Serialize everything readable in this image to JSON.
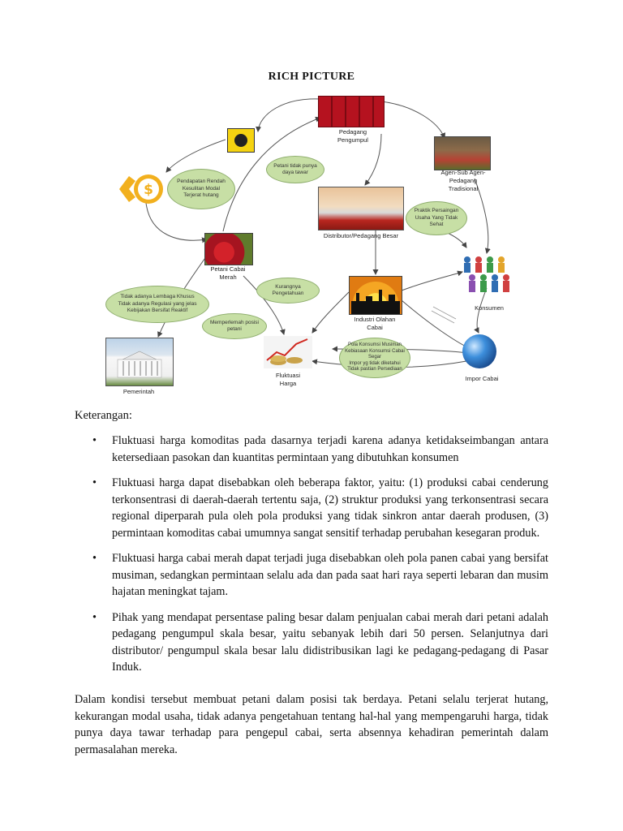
{
  "title": "RICH PICTURE",
  "nodes": {
    "pedagang": "Pedagang\nPengumpul",
    "agen": "Agen-Sub Agen-\nPedagang\nTradisional",
    "distributor": "Distributor/Pedagang Besar",
    "petani": "Petani Cabai\nMerah",
    "konsumen": "Konsumen",
    "industri": "Industri Olahan\nCabai",
    "impor": "Impor Cabai",
    "fluktuasi": "Fluktuasi\nHarga",
    "pemerintah": "Pemerintah"
  },
  "clouds": {
    "daya_tawar": "Petani tidak punya\ndaya tawar",
    "pendapatan": "Pendapatan Rendah\nKesulitan Modal\nTerjerat hutang",
    "persaingan": "Praktik Persaingan\nUsaha Yang Tidak\nSehat",
    "lembaga": "Tidak adanya Lembaga Khusus\nTidak adanya Regulasi yang jelas\nKebijakan Bersifat Reaktif",
    "pengetahuan": "Kurangnya\nPengetahuan",
    "memperlemah": "Memperlemah posisi\npetani",
    "konsumsi": "Pola Konsumsi Musiman\nKebiasaan Konsumsi Cabai\nSegar\nImpor yg tidak diketahui\nTidak pastian Persediaan"
  },
  "colors": {
    "cloud": "#c7dfa5",
    "cloud_border": "#8fae6e",
    "money": "#f2b01e",
    "chili": "#c0192b"
  },
  "keterangan": "Keterangan:",
  "bullets": [
    "Fluktuasi harga komoditas pada dasarnya terjadi karena adanya ketidakseimbangan antara ketersediaan pasokan dan kuantitas permintaan yang dibutuhkan konsumen",
    "Fluktuasi harga dapat disebabkan oleh beberapa faktor, yaitu: (1) produksi cabai cenderung terkonsentrasi di daerah-daerah tertentu saja, (2) struktur produksi yang terkonsentrasi secara regional diperparah pula oleh pola produksi yang tidak sinkron antar daerah produsen, (3) permintaan komoditas cabai umumnya sangat sensitif terhadap perubahan kesegaran produk.",
    "Fluktuasi harga cabai merah dapat terjadi juga disebabkan oleh pola panen cabai yang bersifat musiman, sedangkan permintaan selalu ada dan pada saat hari raya seperti lebaran dan musim hajatan meningkat tajam.",
    "Pihak yang mendapat persentase paling besar dalam penjualan cabai merah dari petani adalah pedagang pengumpul skala besar, yaitu sebanyak lebih dari 50 persen. Selanjutnya dari distributor/ pengumpul skala besar lalu didistribusikan lagi ke pedagang-pedagang di Pasar Induk."
  ],
  "paragraph": "Dalam kondisi tersebut membuat petani dalam posisi tak berdaya. Petani selalu terjerat hutang, kekurangan modal usaha, tidak adanya pengetahuan tentang hal-hal yang mempengaruhi harga, tidak punya daya tawar terhadap para pengepul cabai, serta absennya kehadiran pemerintah dalam permasalahan mereka."
}
